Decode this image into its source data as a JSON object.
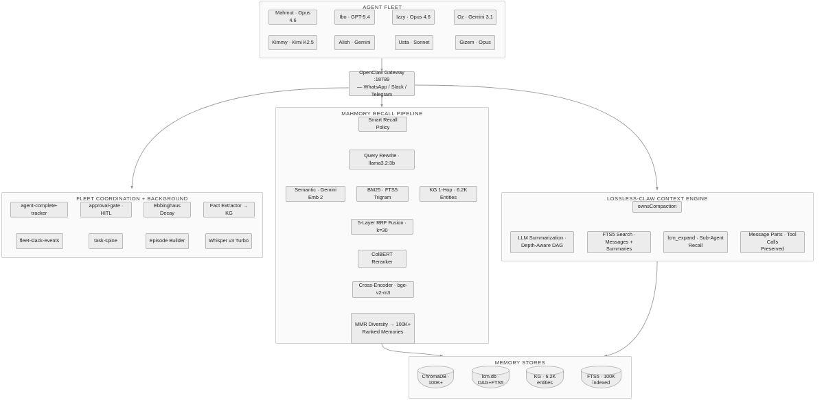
{
  "diagram": {
    "title": "Agent memory and context architecture",
    "colors": {
      "canvas_bg": "#ffffff",
      "panel_fill": "#fafafa",
      "panel_border": "#d0d0d0",
      "node_fill": "#ececec",
      "node_border": "#b8b8b8",
      "edge": "#9a9a9a",
      "text": "#1f1f1f"
    }
  },
  "agent_fleet": {
    "title": "AGENT FLEET",
    "nodes": [
      {
        "label": "Mahmut · Opus 4.6"
      },
      {
        "label": "Ibo · GPT-5.4"
      },
      {
        "label": "Izzy · Opus 4.6"
      },
      {
        "label": "Oz · Gemini 3.1"
      },
      {
        "label": "Kimmy · Kimi K2.5"
      },
      {
        "label": "Alish · Gemini"
      },
      {
        "label": "Usta · Sonnet"
      },
      {
        "label": "Gizem · Opus"
      }
    ]
  },
  "gateway": {
    "label": "OpenClaw Gateway :18789\n— WhatsApp / Slack /\nTelegram"
  },
  "recall_pipeline": {
    "title": "MAHMORY RECALL PIPELINE",
    "stages": {
      "policy": "Smart Recall Policy",
      "rewrite": "Query Rewrite ·\nllama3.2:3b",
      "retrievers": [
        "Semantic · Gemini Emb 2",
        "BM25 · FTS5 Trigram",
        "KG 1-Hop · 6.2K Entities"
      ],
      "fusion": "5-Layer RRF Fusion · k=30",
      "reranker": "ColBERT Reranker",
      "cross_encoder": "Cross-Encoder · bge-v2-m3",
      "diversity": "MMR Diversity → 100K+\nRanked Memories"
    }
  },
  "fleet_coordination": {
    "title": "FLEET COORDINATION + BACKGROUND",
    "row1": [
      "agent-complete-tracker",
      "approval-gate · HITL",
      "Ebbinghaus Decay",
      "Fact Extractor → KG"
    ],
    "row2": [
      "fleet-slack-events",
      "task-spine",
      "Episode Builder",
      "Whisper v3 Turbo"
    ]
  },
  "context_engine": {
    "title": "LOSSLESS-CLAW CONTEXT ENGINE",
    "root": "ownsCompaction",
    "children": [
      "LLM Summarization ·\nDepth-Aware DAG",
      "FTS5 Search · Messages +\nSummaries",
      "lcm_expand · Sub-Agent\nRecall",
      "Message Parts · Tool Calls\nPreserved"
    ]
  },
  "memory_stores": {
    "title": "MEMORY STORES",
    "stores": [
      "ChromaDB · 100K+",
      "lcm.db · DAG+FTS5",
      "KG · 6.2K entities",
      "FTS5 · 100K indexed"
    ]
  }
}
